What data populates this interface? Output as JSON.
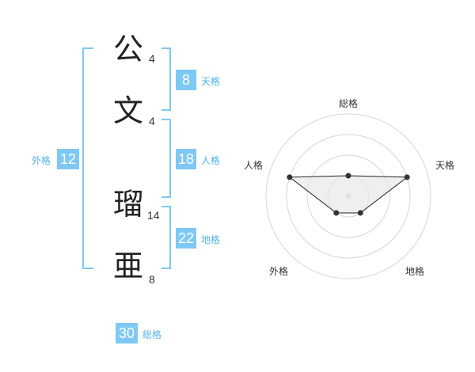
{
  "name_characters": [
    {
      "char": "公",
      "strokes": "4"
    },
    {
      "char": "文",
      "strokes": "4"
    },
    {
      "char": "瑠",
      "strokes": "14"
    },
    {
      "char": "亜",
      "strokes": "8"
    }
  ],
  "fortunes": {
    "tenkaku": {
      "value": "8",
      "label": "天格"
    },
    "jinkaku": {
      "value": "18",
      "label": "人格"
    },
    "chikaku": {
      "value": "22",
      "label": "地格"
    },
    "gaikaku": {
      "value": "12",
      "label": "外格"
    },
    "soukaku": {
      "value": "30",
      "label": "総格"
    }
  },
  "chart_data": {
    "type": "radar",
    "axes": [
      "総格",
      "天格",
      "地格",
      "外格",
      "人格"
    ],
    "rings": 4,
    "values": [
      1,
      3,
      1,
      1,
      3
    ],
    "max": 4
  },
  "colors": {
    "accent": "#7ec8f4",
    "accent_text": "#4fb3ee",
    "radar_fill": "#e8e8e8",
    "radar_line": "#222222"
  }
}
